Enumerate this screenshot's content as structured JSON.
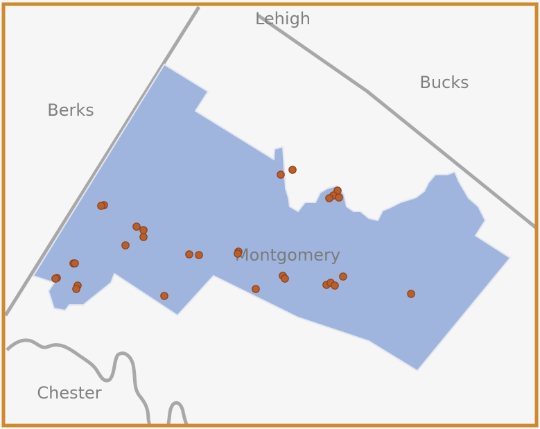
{
  "colors": {
    "background": "#f5f6f5",
    "frame_border": "#d08a2e",
    "boundary_line": "#a8a8a8",
    "highlight_fill": "#9fb5de",
    "highlight_stroke": "#e2e6ef",
    "marker_fill": "#b8602a",
    "marker_stroke": "#8f3e1a",
    "label_text": "#808080"
  },
  "map": {
    "labels": {
      "lehigh": "Lehigh",
      "bucks": "Bucks",
      "berks": "Berks",
      "montgomery": "Montgomery",
      "chester": "Chester"
    },
    "highlighted_region": "Montgomery",
    "marker_icon": "circle-marker",
    "marker_count": 33
  }
}
